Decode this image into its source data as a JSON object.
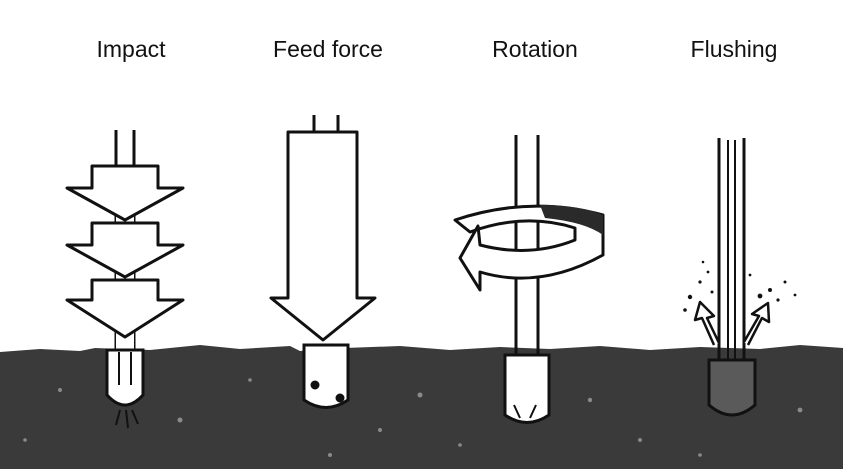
{
  "diagram": {
    "labels": {
      "impact": "Impact",
      "feed_force": "Feed force",
      "rotation": "Rotation",
      "flushing": "Flushing"
    },
    "colors": {
      "ink": "#111111",
      "ground": "#3a3a3a",
      "paper": "#ffffff"
    }
  }
}
